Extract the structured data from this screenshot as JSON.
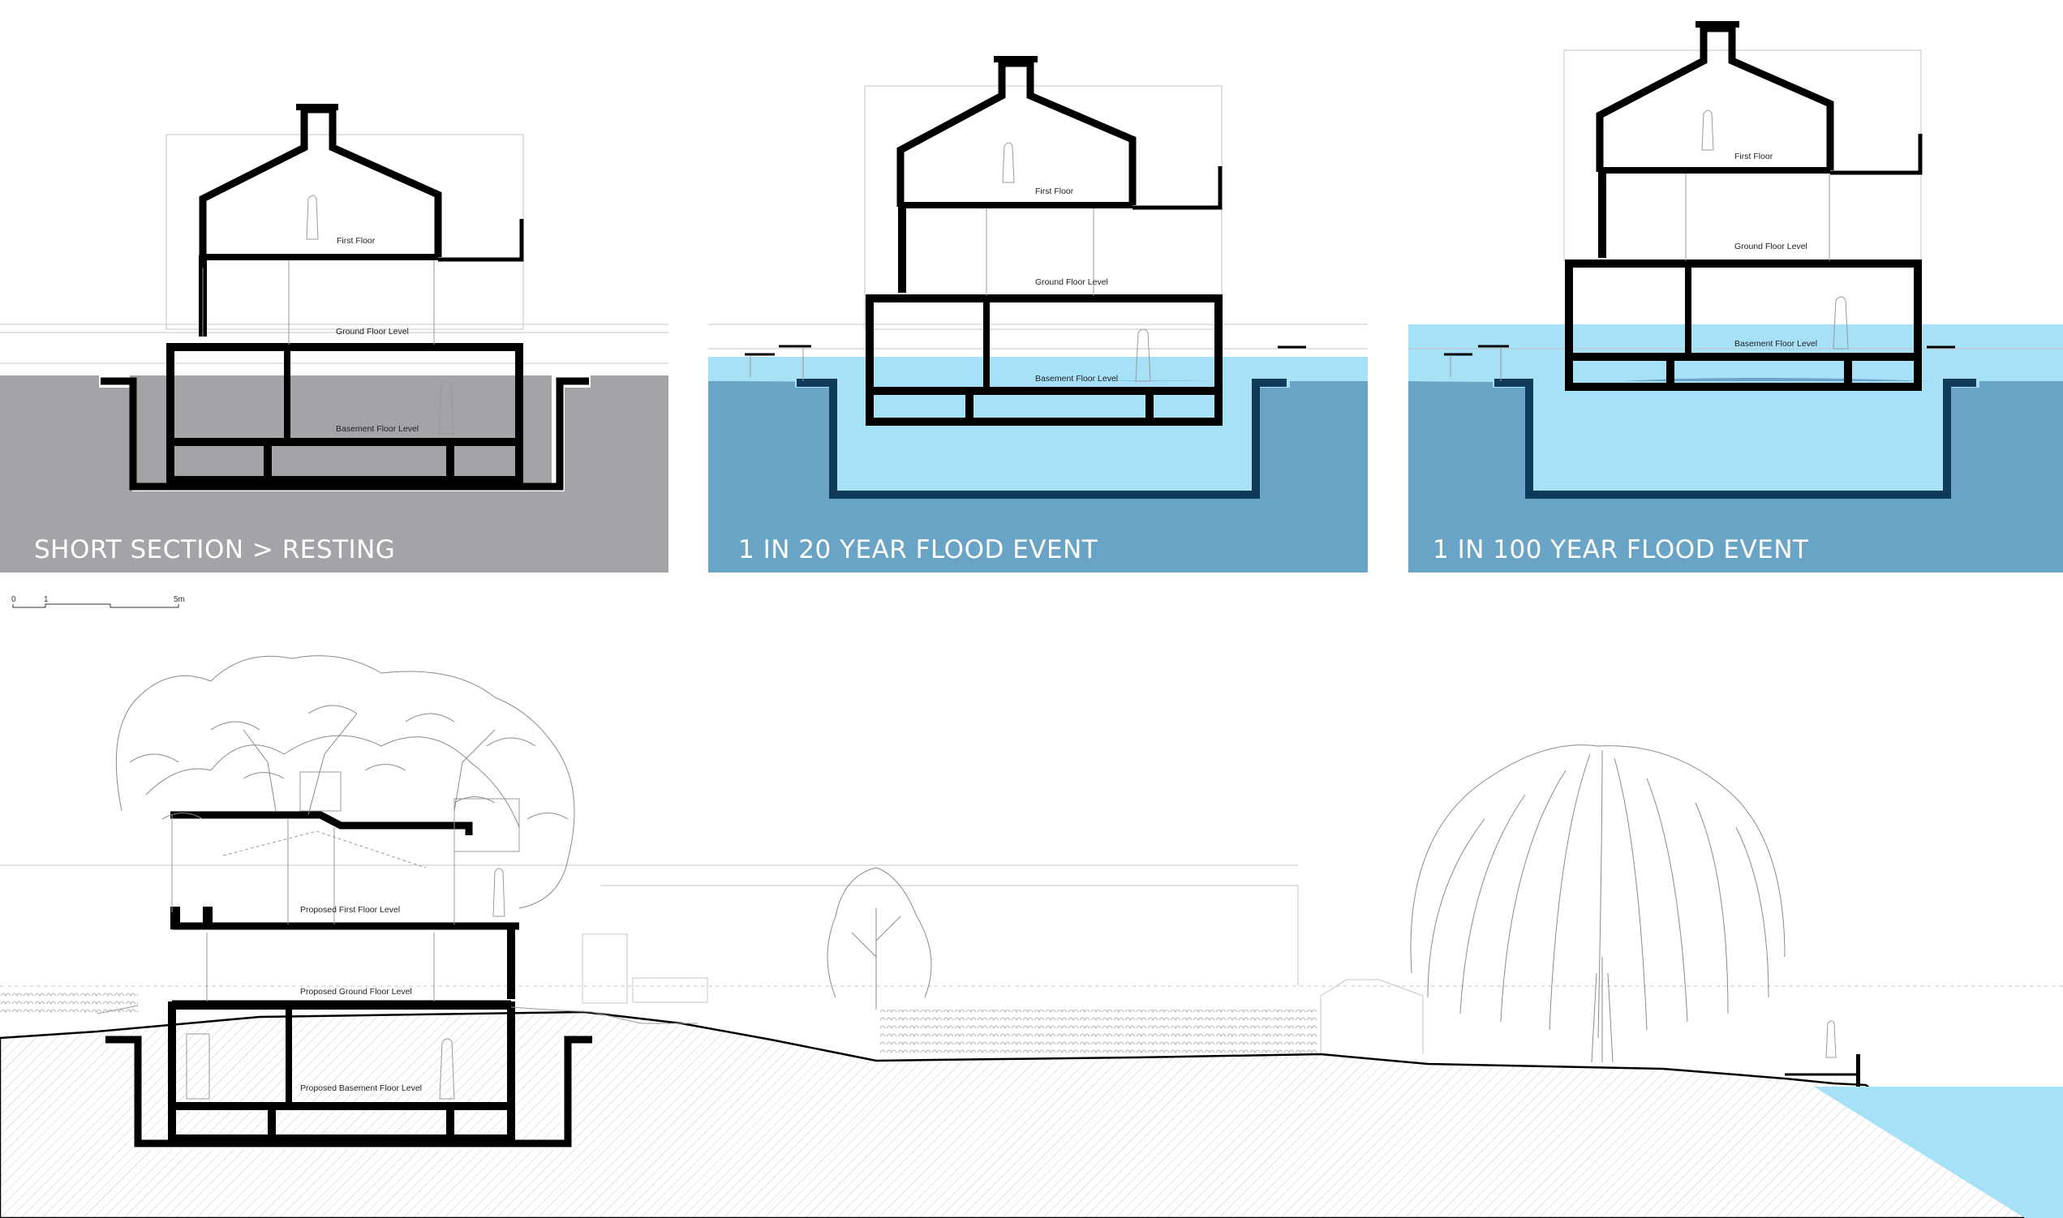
{
  "panels": [
    {
      "caption": "SHORT SECTION > RESTING",
      "labels": {
        "first": "First Floor",
        "ground": "Ground Floor Level",
        "basement": "Basement Floor Level"
      },
      "colors": {
        "ground": "#a3a3a8"
      }
    },
    {
      "caption": "1 IN 20 YEAR FLOOD EVENT",
      "labels": {
        "first": "First Floor",
        "ground": "Ground Floor Level",
        "basement": "Basement Floor Level"
      },
      "colors": {
        "ground": "#69a3c6",
        "water": "#a6e1f8"
      }
    },
    {
      "caption": "1 IN 100 YEAR FLOOD EVENT",
      "labels": {
        "first": "First Floor",
        "ground": "Ground Floor Level",
        "basement": "Basement Floor Level"
      },
      "colors": {
        "ground": "#69a3c6",
        "water": "#a6e1f8"
      }
    }
  ],
  "scale_bar": {
    "labels": [
      "0",
      "1",
      "5m"
    ]
  },
  "long_section": {
    "labels": {
      "first": "Proposed First Floor Level",
      "ground": "Proposed Ground Floor Level",
      "basement": "Proposed Basement Floor Level"
    },
    "colors": {
      "river": "#a6e1f8",
      "ground_hatch": "#bdbdbd"
    }
  }
}
